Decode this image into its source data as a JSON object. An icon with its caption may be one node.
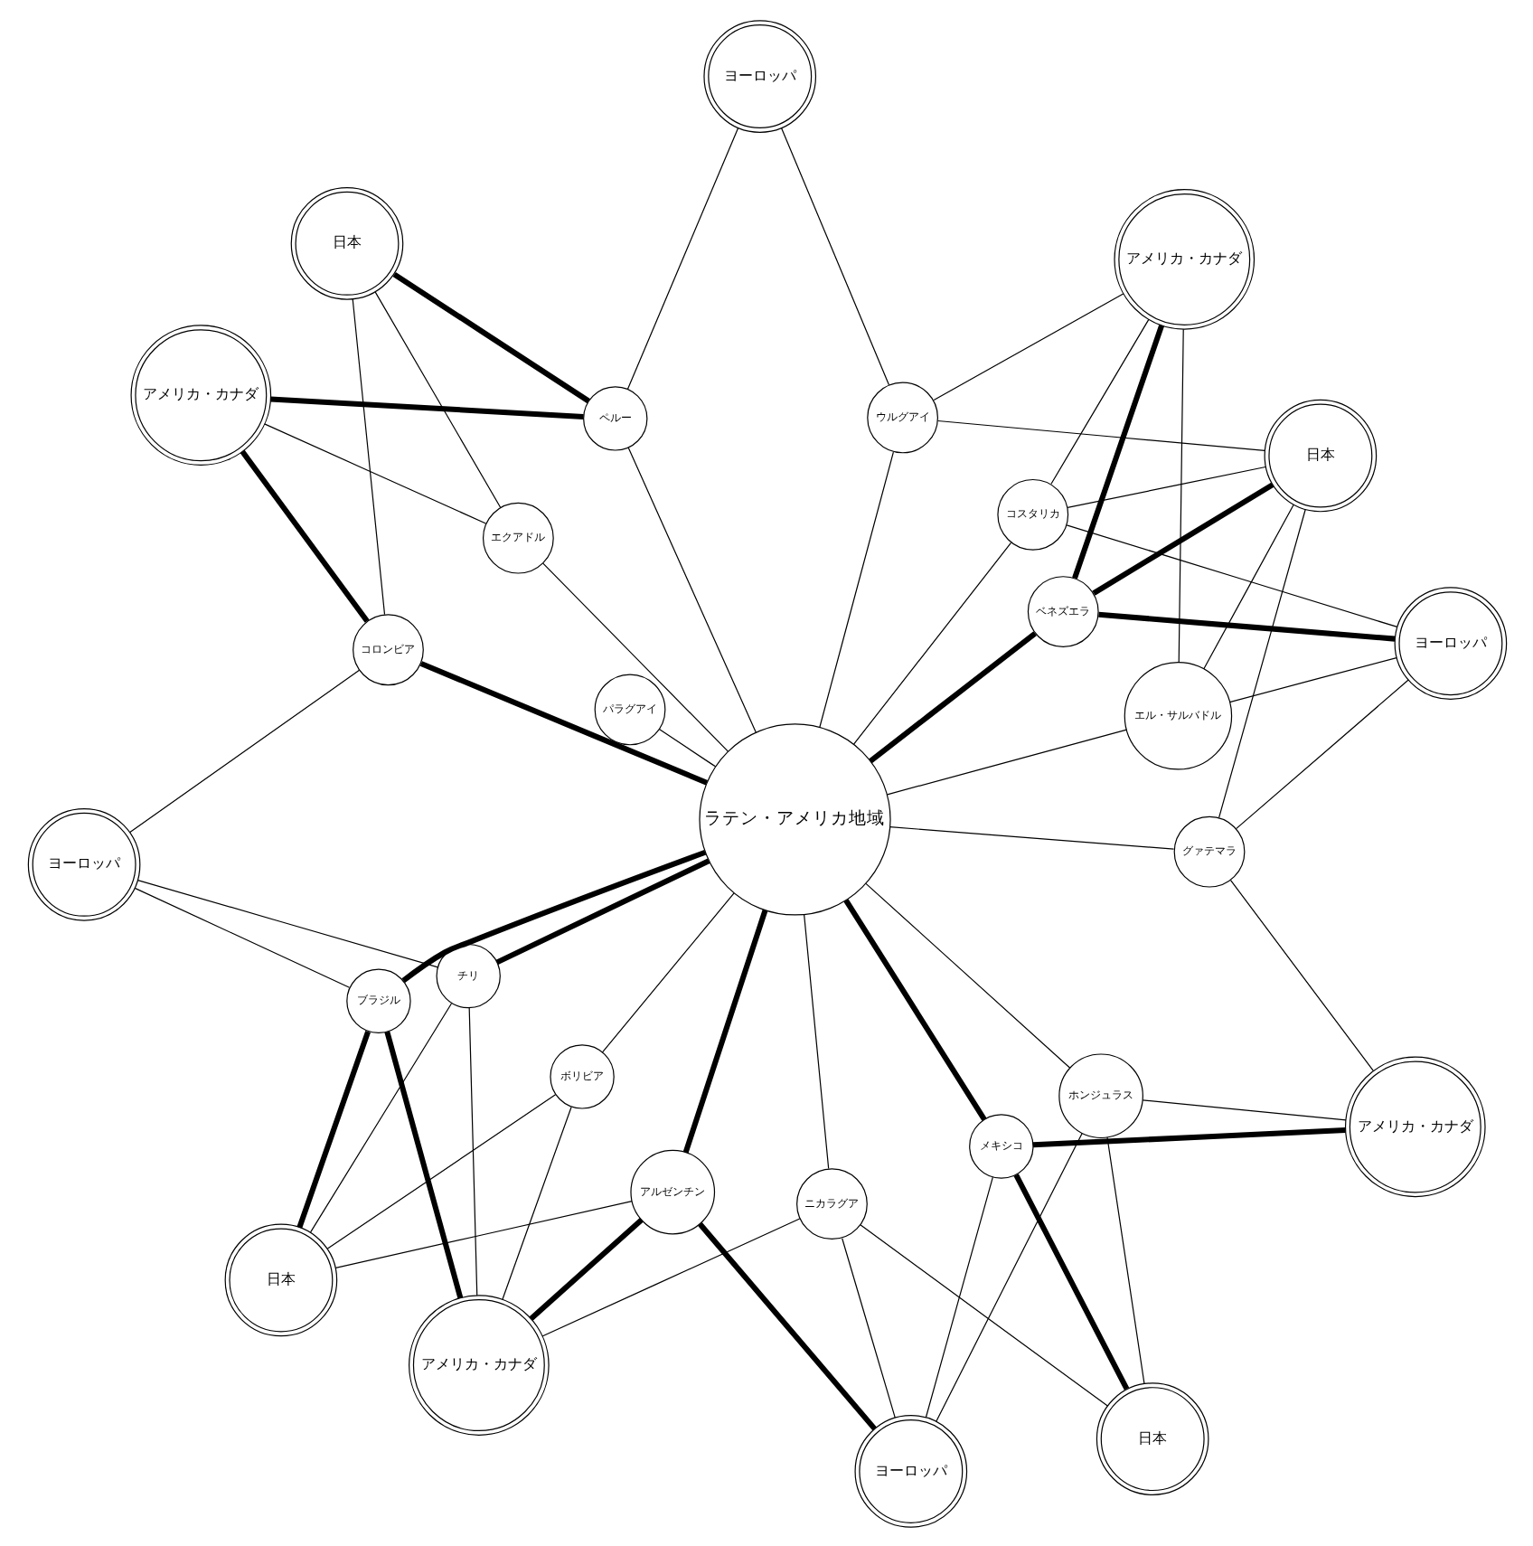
{
  "diagram": {
    "nodes": [
      {
        "text": [
          "ラテン・アメリカ地域"
        ]
      },
      {
        "text": [
          "アメリカ・カナダ"
        ]
      },
      {
        "text": [
          "日本"
        ]
      },
      {
        "text": [
          "ヨーロッパ"
        ]
      },
      {
        "text": [
          "ヨーロッパ"
        ]
      },
      {
        "text": [
          "日本"
        ]
      },
      {
        "text": [
          "アメリカ・カナダ"
        ]
      },
      {
        "text": [
          "アメリカ・カナダ"
        ]
      },
      {
        "text": [
          "日本"
        ]
      },
      {
        "text": [
          "ヨーロッパ"
        ]
      },
      {
        "text": [
          "ヨーロッパ"
        ]
      },
      {
        "text": [
          "日本"
        ]
      },
      {
        "text": [
          "アメリカ・カナダ"
        ]
      },
      {
        "text": [
          "ベネズエラ"
        ]
      },
      {
        "text": [
          "コスタリカ"
        ]
      },
      {
        "text": [
          "エル・サルバドル"
        ]
      },
      {
        "text": [
          "ウルグアイ"
        ]
      },
      {
        "text": [
          "グァテマラ"
        ]
      },
      {
        "text": [
          "ペルー"
        ]
      },
      {
        "text": [
          "ホンジュラス"
        ]
      },
      {
        "text": [
          "パラグアイ"
        ]
      },
      {
        "text": [
          "メキシコ"
        ]
      },
      {
        "text": [
          "エクアドル"
        ]
      },
      {
        "text": [
          "ニカラグア"
        ]
      },
      {
        "text": [
          "コロンビア"
        ]
      },
      {
        "text": [
          "アルゼンチン"
        ]
      },
      {
        "text": [
          "チリ"
        ]
      },
      {
        "text": [
          "ブラジル"
        ]
      },
      {
        "text": [
          "ボリビア"
        ]
      }
    ],
    "edges": [
      {
        "from": 0,
        "to": 13,
        "arrow": "none",
        "style": "thick"
      },
      {
        "from": 0,
        "to": 14,
        "arrow": "none"
      },
      {
        "from": 0,
        "to": 15,
        "arrow": "none"
      },
      {
        "from": 0,
        "to": 16,
        "arrow": "none"
      },
      {
        "from": 0,
        "to": 17,
        "arrow": "none"
      },
      {
        "from": 0,
        "to": 18,
        "arrow": "none"
      },
      {
        "from": 0,
        "to": 19,
        "arrow": "none"
      },
      {
        "from": 0,
        "to": 20,
        "arrow": "none"
      },
      {
        "from": 0,
        "to": 21,
        "arrow": "none",
        "style": "thick"
      },
      {
        "from": 0,
        "to": 22,
        "arrow": "none"
      },
      {
        "from": 0,
        "to": 23,
        "arrow": "none"
      },
      {
        "from": 0,
        "to": 24,
        "arrow": "none",
        "style": "thick"
      },
      {
        "from": 0,
        "to": 25,
        "arrow": "none",
        "style": "thick"
      },
      {
        "from": 0,
        "to": 26,
        "arrow": "none",
        "style": "thick"
      },
      {
        "from": 0,
        "to": 27,
        "arrow": "none",
        "style": "thick"
      },
      {
        "from": 0,
        "to": 28,
        "arrow": "none"
      },
      {
        "from": 13,
        "to": 1,
        "arrow": "none",
        "style": "thick"
      },
      {
        "from": 13,
        "to": 2,
        "arrow": "none",
        "style": "thick"
      },
      {
        "from": 13,
        "to": 3,
        "arrow": "none",
        "style": "thick"
      },
      {
        "from": 14,
        "to": 1,
        "arrow": "none"
      },
      {
        "from": 14,
        "to": 2,
        "arrow": "none"
      },
      {
        "from": 14,
        "to": 3,
        "arrow": "none"
      },
      {
        "from": 15,
        "to": 1,
        "arrow": "none"
      },
      {
        "from": 15,
        "to": 2,
        "arrow": "none"
      },
      {
        "from": 15,
        "to": 3,
        "arrow": "none"
      },
      {
        "from": 16,
        "to": 1,
        "arrow": "none"
      },
      {
        "from": 16,
        "to": 2,
        "arrow": "none"
      },
      {
        "from": 16,
        "to": 4,
        "arrow": "none"
      },
      {
        "from": 17,
        "to": 2,
        "arrow": "none"
      },
      {
        "from": 17,
        "to": 3,
        "arrow": "none"
      },
      {
        "from": 17,
        "to": 7,
        "arrow": "none"
      },
      {
        "from": 18,
        "to": 4,
        "arrow": "none"
      },
      {
        "from": 18,
        "to": 5,
        "arrow": "none",
        "style": "thick"
      },
      {
        "from": 18,
        "to": 6,
        "arrow": "none",
        "style": "thick"
      },
      {
        "from": 22,
        "to": 5,
        "arrow": "none"
      },
      {
        "from": 22,
        "to": 6,
        "arrow": "none"
      },
      {
        "from": 24,
        "to": 5,
        "arrow": "none"
      },
      {
        "from": 24,
        "to": 6,
        "arrow": "none",
        "style": "thick"
      },
      {
        "from": 24,
        "to": 10,
        "arrow": "none"
      },
      {
        "from": 19,
        "to": 7,
        "arrow": "none"
      },
      {
        "from": 19,
        "to": 8,
        "arrow": "none"
      },
      {
        "from": 19,
        "to": 9,
        "arrow": "none"
      },
      {
        "from": 21,
        "to": 7,
        "arrow": "none",
        "style": "thick"
      },
      {
        "from": 21,
        "to": 8,
        "arrow": "none",
        "style": "thick"
      },
      {
        "from": 21,
        "to": 9,
        "arrow": "none"
      },
      {
        "from": 23,
        "to": 8,
        "arrow": "none"
      },
      {
        "from": 23,
        "to": 9,
        "arrow": "none"
      },
      {
        "from": 23,
        "to": 12,
        "arrow": "none"
      },
      {
        "from": 25,
        "to": 9,
        "arrow": "none",
        "style": "thick"
      },
      {
        "from": 25,
        "to": 11,
        "arrow": "none"
      },
      {
        "from": 25,
        "to": 12,
        "arrow": "none",
        "style": "thick"
      },
      {
        "from": 26,
        "to": 10,
        "arrow": "none"
      },
      {
        "from": 26,
        "to": 11,
        "arrow": "none"
      },
      {
        "from": 26,
        "to": 12,
        "arrow": "none"
      },
      {
        "from": 27,
        "to": 10,
        "arrow": "none"
      },
      {
        "from": 27,
        "to": 11,
        "arrow": "none",
        "style": "thick"
      },
      {
        "from": 27,
        "to": 12,
        "arrow": "none",
        "style": "thick"
      },
      {
        "from": 28,
        "to": 11,
        "arrow": "none"
      },
      {
        "from": 28,
        "to": 12,
        "arrow": "none"
      }
    ]
  }
}
